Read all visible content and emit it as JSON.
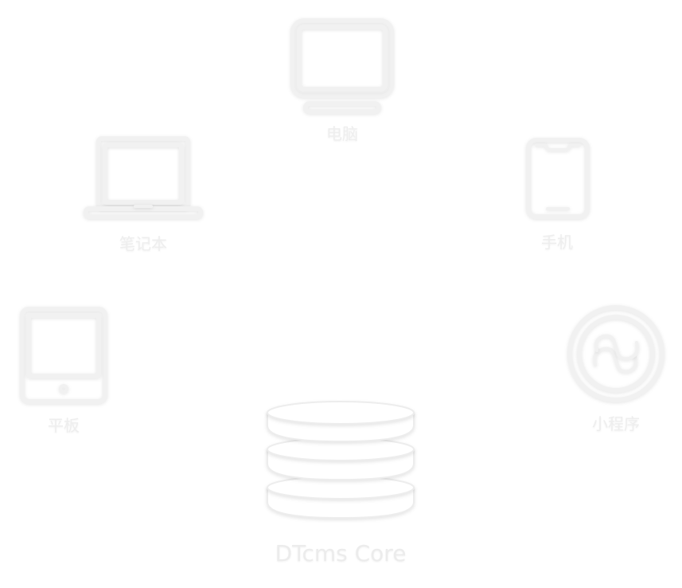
{
  "nodes": {
    "desktop": {
      "label": "电脑",
      "icon": "desktop-monitor-icon"
    },
    "laptop": {
      "label": "笔记本",
      "icon": "laptop-icon"
    },
    "phone": {
      "label": "手机",
      "icon": "mobile-phone-icon"
    },
    "tablet": {
      "label": "平板",
      "icon": "tablet-icon"
    },
    "miniprogram": {
      "label": "小程序",
      "icon": "mini-program-icon"
    }
  },
  "core": {
    "label": "DTcms Core",
    "icon": "database-icon"
  },
  "colors": {
    "background": "#ffffff",
    "icon": "#f1f1f1",
    "label": "#eeeeee"
  }
}
